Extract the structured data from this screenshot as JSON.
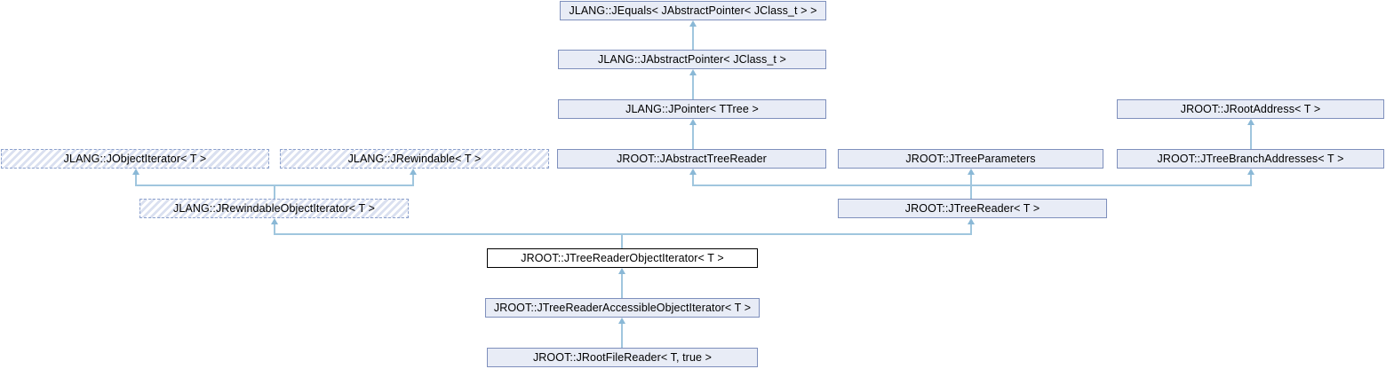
{
  "colors": {
    "canvas_bg": "#ffffff",
    "node_fill": "#e8ecf6",
    "node_border": "#7e8fbc",
    "dashed_border": "#8ba0cc",
    "hatch": "#dae0f0",
    "main_border": "#000000",
    "edge": "#a0c6de",
    "arrow": "#8ab8d6",
    "text": "#000000"
  },
  "nodes": [
    {
      "label": "JLANG::JEquals< JAbstractPointer< JClass_t > >",
      "kind": "solid"
    },
    {
      "label": "JLANG::JAbstractPointer< JClass_t >",
      "kind": "solid"
    },
    {
      "label": "JLANG::JPointer< TTree >",
      "kind": "solid"
    },
    {
      "label": "JROOT::JRootAddress< T >",
      "kind": "solid"
    },
    {
      "label": "JLANG::JObjectIterator< T >",
      "kind": "dashed"
    },
    {
      "label": "JLANG::JRewindable< T >",
      "kind": "dashed"
    },
    {
      "label": "JROOT::JAbstractTreeReader",
      "kind": "solid"
    },
    {
      "label": "JROOT::JTreeParameters",
      "kind": "solid"
    },
    {
      "label": "JROOT::JTreeBranchAddresses< T >",
      "kind": "solid"
    },
    {
      "label": "JLANG::JRewindableObjectIterator< T >",
      "kind": "dashed"
    },
    {
      "label": "JROOT::JTreeReader< T >",
      "kind": "solid"
    },
    {
      "label": "JROOT::JTreeReaderObjectIterator< T >",
      "kind": "main"
    },
    {
      "label": "JROOT::JTreeReaderAccessibleObjectIterator< T >",
      "kind": "solid"
    },
    {
      "label": "JROOT::JRootFileReader< T, true >",
      "kind": "solid"
    }
  ],
  "inheritance": [
    {
      "derived": "JLANG::JAbstractPointer< JClass_t >",
      "base": "JLANG::JEquals< JAbstractPointer< JClass_t > >"
    },
    {
      "derived": "JLANG::JPointer< TTree >",
      "base": "JLANG::JAbstractPointer< JClass_t >"
    },
    {
      "derived": "JROOT::JAbstractTreeReader",
      "base": "JLANG::JPointer< TTree >"
    },
    {
      "derived": "JROOT::JTreeBranchAddresses< T >",
      "base": "JROOT::JRootAddress< T >"
    },
    {
      "derived": "JLANG::JRewindableObjectIterator< T >",
      "base": "JLANG::JObjectIterator< T >"
    },
    {
      "derived": "JLANG::JRewindableObjectIterator< T >",
      "base": "JLANG::JRewindable< T >"
    },
    {
      "derived": "JROOT::JTreeReader< T >",
      "base": "JROOT::JAbstractTreeReader"
    },
    {
      "derived": "JROOT::JTreeReader< T >",
      "base": "JROOT::JTreeParameters"
    },
    {
      "derived": "JROOT::JTreeReader< T >",
      "base": "JROOT::JTreeBranchAddresses< T >"
    },
    {
      "derived": "JROOT::JTreeReaderObjectIterator< T >",
      "base": "JLANG::JRewindableObjectIterator< T >"
    },
    {
      "derived": "JROOT::JTreeReaderObjectIterator< T >",
      "base": "JROOT::JTreeReader< T >"
    },
    {
      "derived": "JROOT::JTreeReaderAccessibleObjectIterator< T >",
      "base": "JROOT::JTreeReaderObjectIterator< T >"
    },
    {
      "derived": "JROOT::JRootFileReader< T, true >",
      "base": "JROOT::JTreeReaderAccessibleObjectIterator< T >"
    }
  ]
}
